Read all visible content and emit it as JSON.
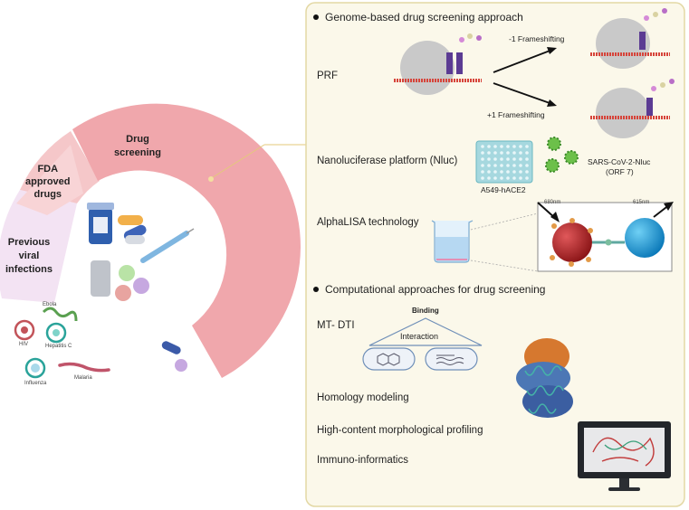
{
  "colors": {
    "panel_fill": "#fbf8ea",
    "panel_border": "#e3d8a4",
    "arc_dark": "#f0a7ac",
    "arc_mid": "#f5c7c9",
    "arc_light": "#fbe4ea",
    "arc_lilac": "#f3e3f3",
    "virus_red": "#c2545a",
    "virus_teal": "#2aa39a",
    "virus_green": "#5aa050"
  },
  "left": {
    "segments": {
      "drug_screening": "Drug\nscreening",
      "fda_approved": "FDA\napproved\ndrugs",
      "previous_viral": "Previous\nviral\ninfections"
    },
    "pathogens": {
      "ebola": "Ebola",
      "hiv": "HIV",
      "hepatitis_c": "Hepatitis C",
      "influenza": "Influenza",
      "malaria": "Malaria"
    }
  },
  "right": {
    "section1_title": "Genome-based drug screening approach",
    "prf": {
      "label": "PRF",
      "minus1": "-1 Frameshifting",
      "plus1": "+1 Frameshifting"
    },
    "nluc": {
      "label": "Nanoluciferase platform (Nluc)",
      "plate": "A549-hACE2",
      "virus_line1": "SARS-CoV-2-Nluc",
      "virus_line2": "(ORF 7)"
    },
    "alphalisa": {
      "label": "AlphaLISA technology",
      "wl_in": "680nm",
      "wl_out": "615nm"
    },
    "section2_title": "Computational approaches for drug screening",
    "mtdti": {
      "label": "MT- DTI",
      "binding": "Binding",
      "interaction": "Interaction"
    },
    "homology": "Homology modeling",
    "hcmp": "High-content morphological profiling",
    "immuno": "Immuno-informatics"
  }
}
